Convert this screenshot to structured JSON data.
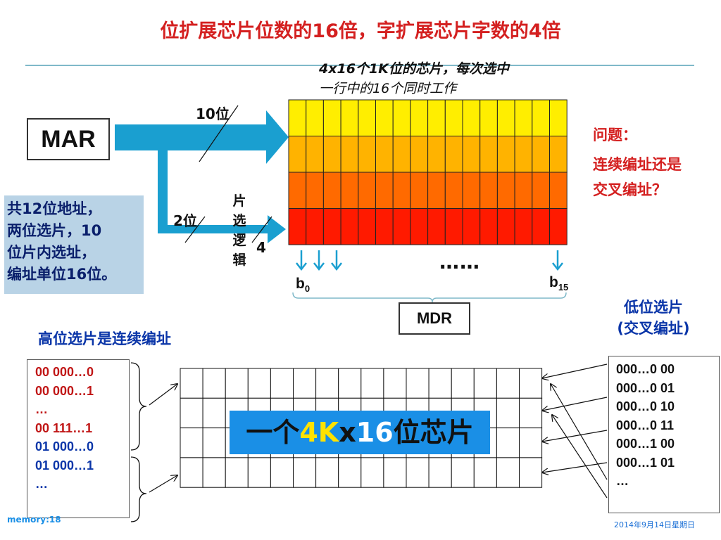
{
  "title": "位扩展芯片位数的16倍，字扩展芯片字数的4倍",
  "chip_note": {
    "line1": "4x16个1K位的芯片，每次选中",
    "line2": "一行中的16个同时工作"
  },
  "mar": "MAR",
  "address_note": [
    "共12位地址，",
    "两位选片，10",
    "位片内选址，",
    "编址单位16位。"
  ],
  "label_10bit": "10位",
  "label_2bit": "2位",
  "chip_select_logic": [
    "片",
    "选",
    "逻",
    "辑"
  ],
  "label_4": "4",
  "question": {
    "head": "问题：",
    "lines": [
      "连续编址还是",
      "交叉编址？"
    ]
  },
  "ellipsis": "……",
  "bit_b0": {
    "base": "b",
    "sub": "0"
  },
  "bit_b15": {
    "base": "b",
    "sub": "15"
  },
  "mdr": "MDR",
  "high_select_heading": "高位选片是连续编址",
  "low_select_heading": [
    "低位选片",
    "(交叉编址)"
  ],
  "left_addresses": [
    {
      "text": "00 000…0",
      "color": "red"
    },
    {
      "text": "00 000…1",
      "color": "red"
    },
    {
      "text": "…",
      "color": "red"
    },
    {
      "text": "00 111…1",
      "color": "red"
    },
    {
      "text": "01 000…0",
      "color": "blue"
    },
    {
      "text": "01 000…1",
      "color": "blue"
    },
    {
      "text": "…",
      "color": "blue"
    }
  ],
  "right_addresses": [
    "000…0 00",
    "000…0 01",
    "000…0 10",
    "000…0 11",
    "000…1 00",
    "000…1 01",
    "…"
  ],
  "chip_label": {
    "part1": "一个",
    "part2": "4K",
    "part3": "x",
    "part4": "16",
    "part5": "位芯片"
  },
  "footer_left": "memory:18",
  "footer_right": "2014年9月14日星期日",
  "colors": {
    "title": "#d42020",
    "arrow": "#1a9fd0",
    "row_colors": [
      "#ffee00",
      "#ffb300",
      "#ff6a00",
      "#ff1a00"
    ],
    "label_bg": "#1a8fe6"
  }
}
